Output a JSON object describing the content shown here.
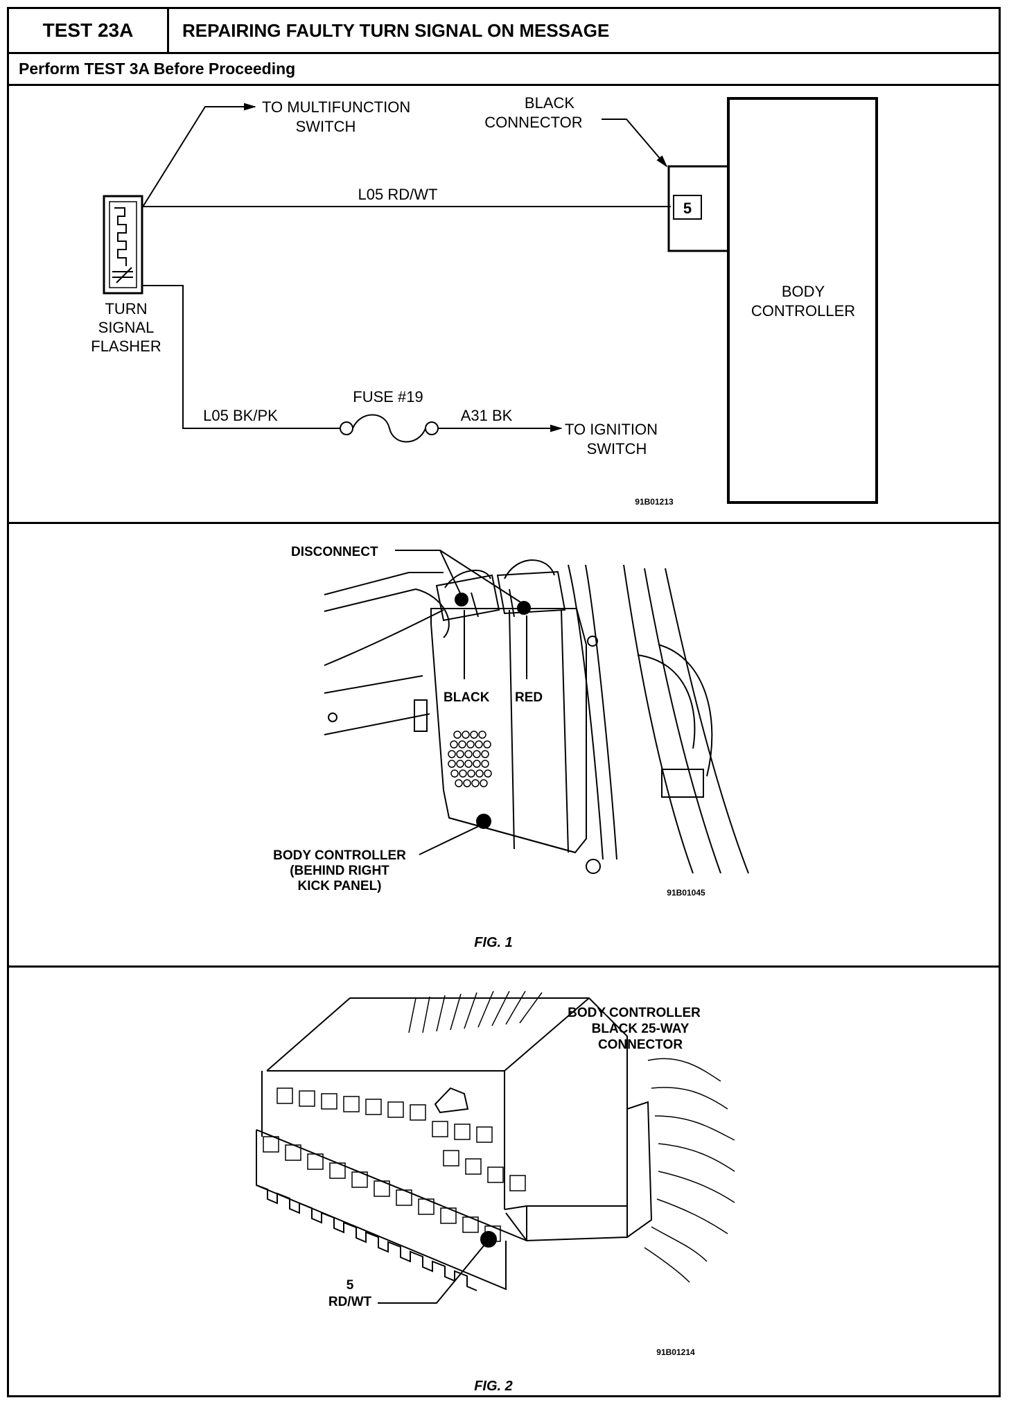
{
  "header": {
    "test_id": "TEST 23A",
    "title": "REPAIRING FAULTY TURN SIGNAL ON MESSAGE",
    "prerequisite": "Perform TEST 3A Before Proceeding"
  },
  "schematic": {
    "to_multifunction_1": "TO MULTIFUNCTION",
    "to_multifunction_2": "SWITCH",
    "black_connector_1": "BLACK",
    "black_connector_2": "CONNECTOR",
    "pin": "5",
    "wire_top": "L05 RD/WT",
    "flasher_1": "TURN",
    "flasher_2": "SIGNAL",
    "flasher_3": "FLASHER",
    "body_controller_1": "BODY",
    "body_controller_2": "CONTROLLER",
    "fuse": "FUSE #19",
    "wire_bottom_left": "L05 BK/PK",
    "wire_bottom_right": "A31 BK",
    "to_ignition_1": "TO IGNITION",
    "to_ignition_2": "SWITCH",
    "code": "91B01213"
  },
  "fig1": {
    "disconnect": "DISCONNECT",
    "black": "BLACK",
    "red": "RED",
    "bc_1": "BODY CONTROLLER",
    "bc_2": "(BEHIND RIGHT",
    "bc_3": "KICK PANEL)",
    "code": "91B01045",
    "caption": "FIG. 1"
  },
  "fig2": {
    "title_1": "BODY CONTROLLER",
    "title_2": "BLACK 25-WAY",
    "title_3": "CONNECTOR",
    "pin": "5",
    "wire": "RD/WT",
    "code": "91B01214",
    "caption": "FIG. 2"
  }
}
